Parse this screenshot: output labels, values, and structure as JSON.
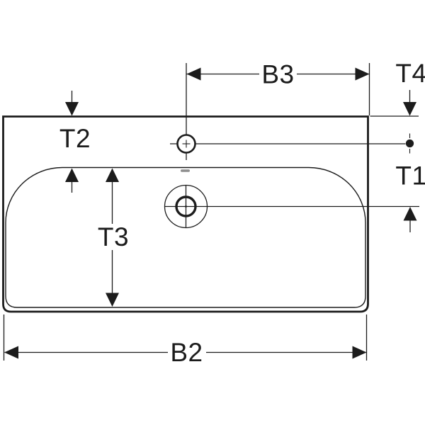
{
  "diagram": {
    "type": "technical-dimension-drawing",
    "subject": "washbasin-plan-view",
    "labels": {
      "b2": "B2",
      "b3": "B3",
      "t1": "T1",
      "t2": "T2",
      "t3": "T3",
      "t4": "T4"
    },
    "colors": {
      "line": "#1c1c1c",
      "background": "#ffffff",
      "overflow_mark": "#8d8d8d"
    }
  }
}
